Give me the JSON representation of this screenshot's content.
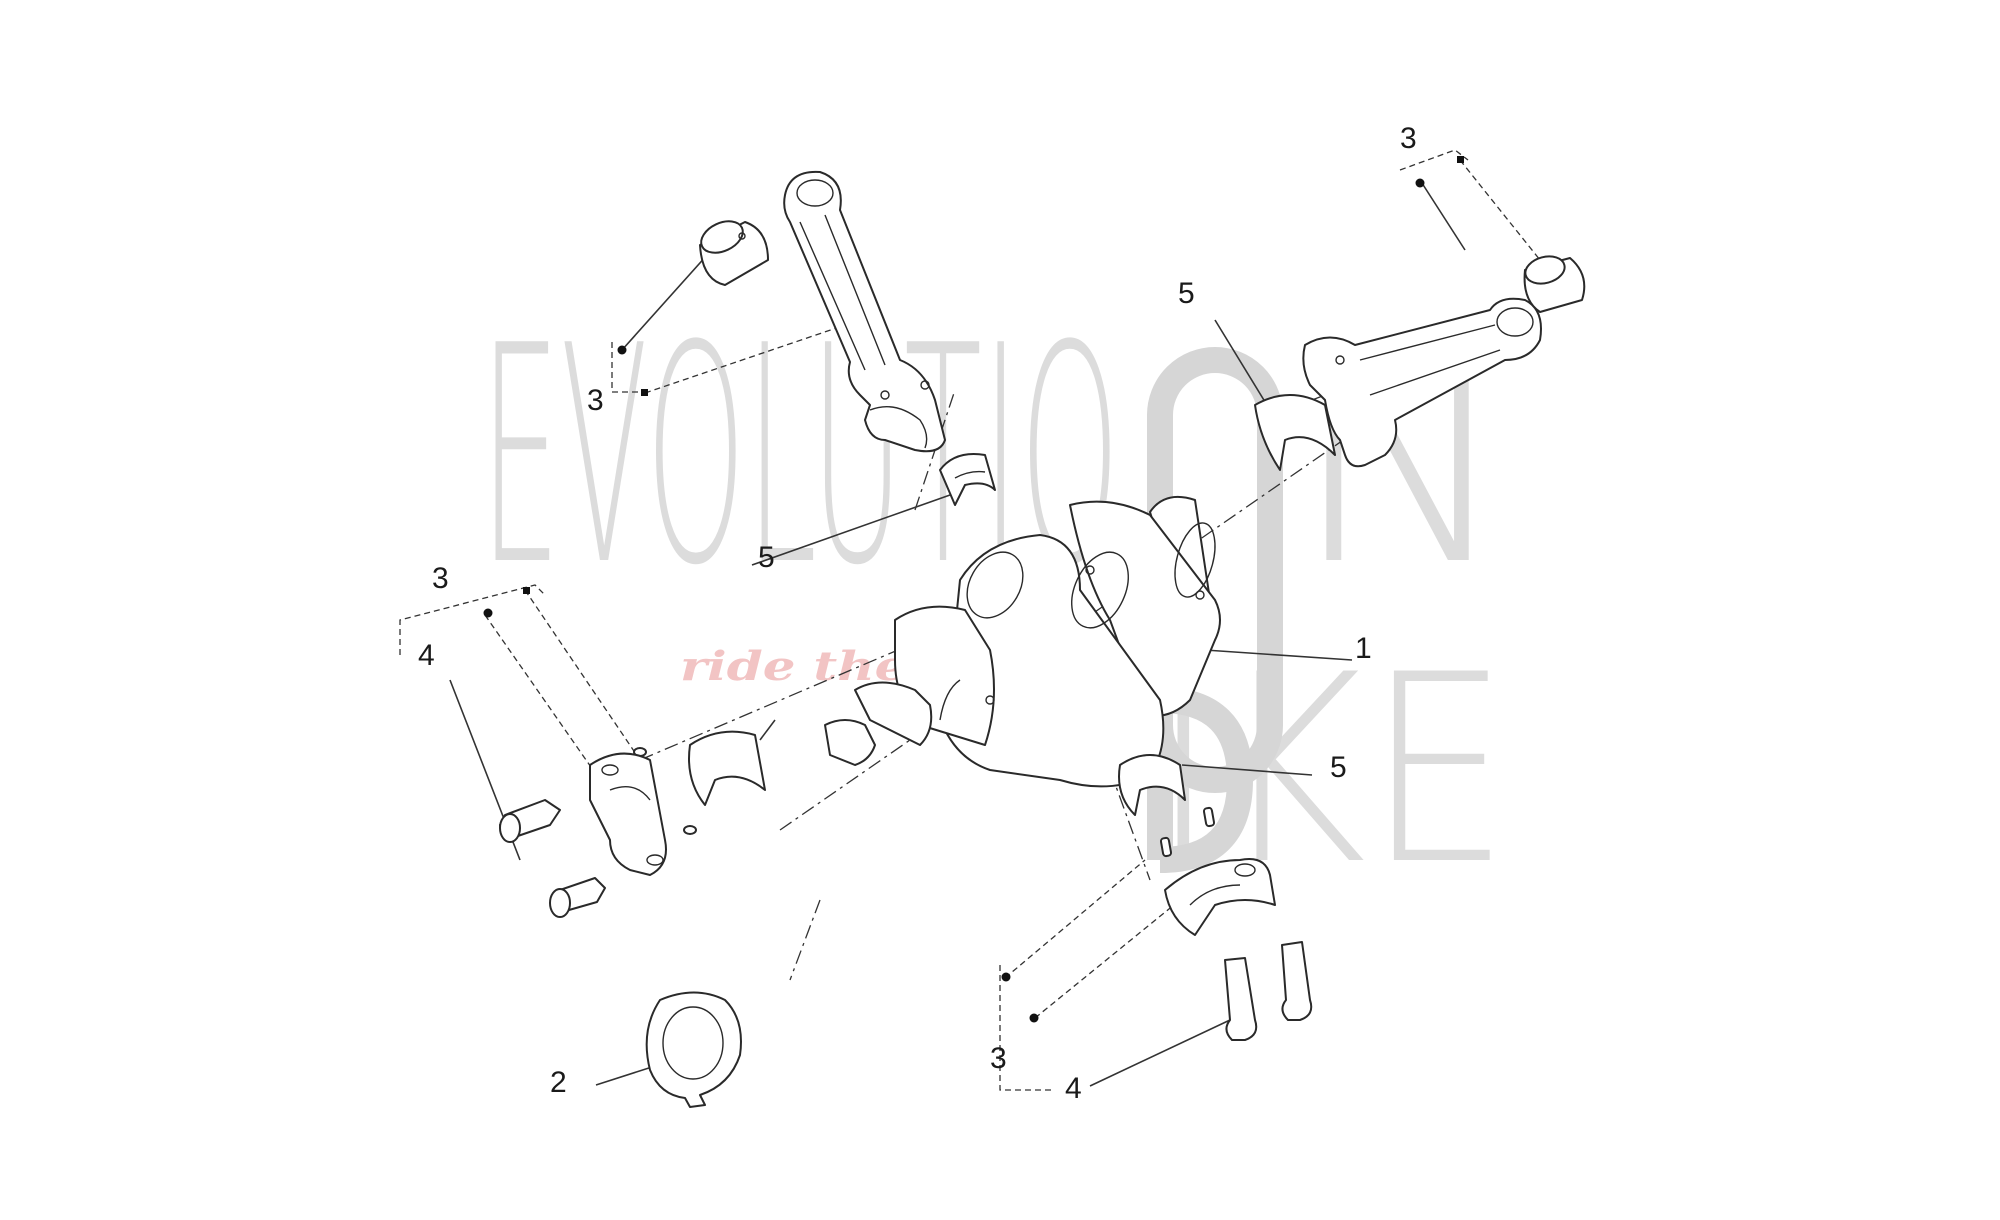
{
  "watermark": {
    "word1": "EVOLUTIO",
    "ring_letter": "O",
    "word1_end": "N",
    "word2_letter": "B",
    "word2_rest": "IKE",
    "tagline": "ride the power",
    "color": "#d9d9d9",
    "tagline_color": "#f2c4c4"
  },
  "callouts": {
    "c1": "1",
    "c2": "2",
    "c3_top_left": "3",
    "c3_top_right": "3",
    "c3_left": "3",
    "c3_bottom": "3",
    "c4_left": "4",
    "c4_bottom": "4",
    "c5_top_right": "5",
    "c5_center": "5",
    "c5_right": "5"
  },
  "parts": {
    "crankshaft": "crankshaft",
    "thrust_washer": "thrust-washer",
    "connecting_rod_top": "connecting-rod",
    "connecting_rod_right": "connecting-rod",
    "small_end_bush": "bush",
    "big_end_bearing": "bearing-shell",
    "rod_bolt": "bolt"
  }
}
